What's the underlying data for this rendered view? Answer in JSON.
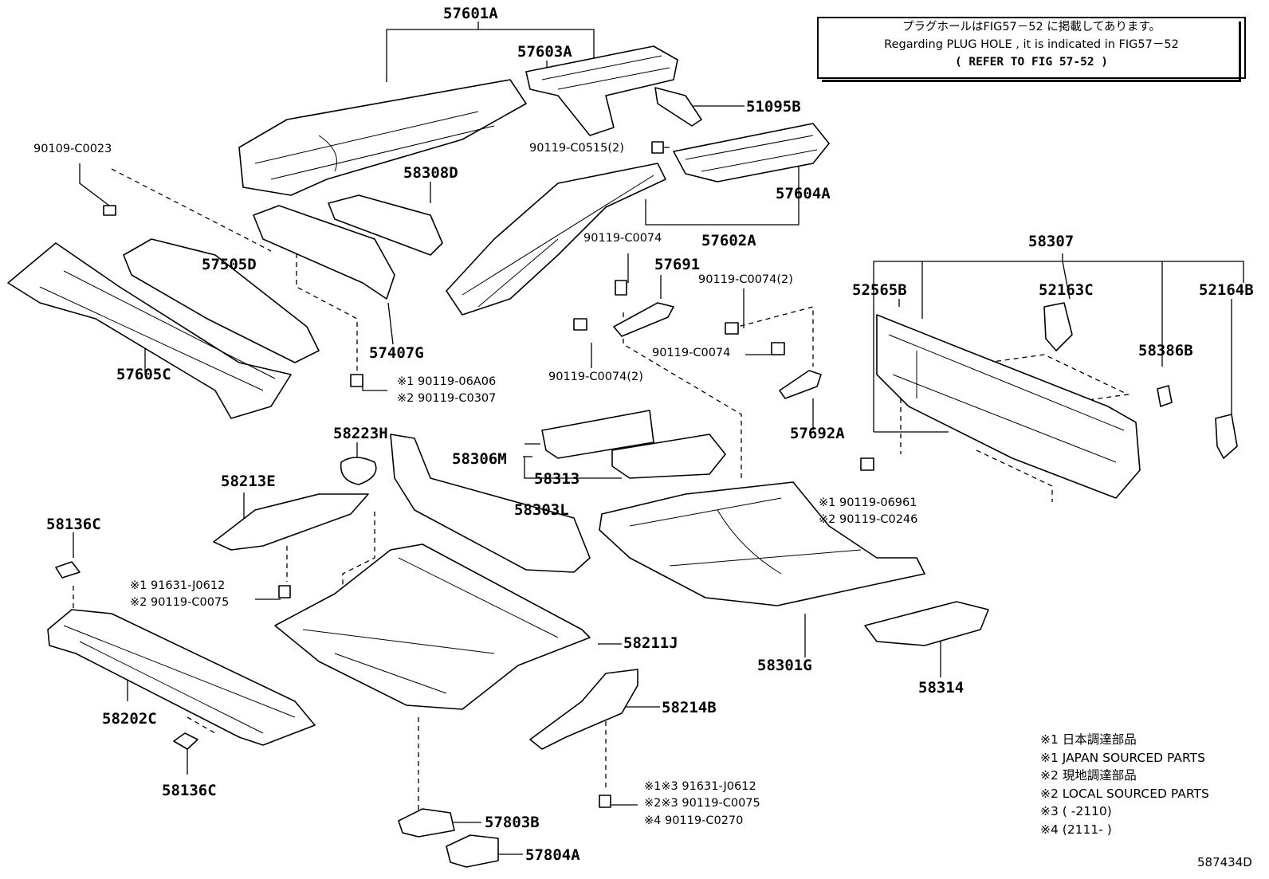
{
  "figure_number": "587434D",
  "note": {
    "line1": "プラグホールはFIG57－52 に掲載してあります。",
    "line2": "Regarding PLUG HOLE , it is indicated in FIG57－52",
    "line3": "(  REFER TO FIG 57-52  )"
  },
  "legend": [
    "※1 日本調達部品",
    "※1 JAPAN SOURCED PARTS",
    "※2 現地調達部品",
    "※2 LOCAL SOURCED PARTS",
    "※3 (        -2110)",
    "※4 (2111-        )"
  ],
  "parts": {
    "p57601A": "57601A",
    "p57603A": "57603A",
    "p51095B": "51095B",
    "p90119_C0515": "90119-C0515(2)",
    "p57604A": "57604A",
    "p57602A": "57602A",
    "p90109_C0023": "90109-C0023",
    "p58308D": "58308D",
    "p57505D": "57505D",
    "p57605C": "57605C",
    "p57407G": "57407G",
    "bolt_a_1": "※1 90119-06A06",
    "bolt_a_2": "※2 90119-C0307",
    "p90119_C0074_top": "90119-C0074",
    "p57691": "57691",
    "p90119_C0074_2_right": "90119-C0074(2)",
    "p90119_C0074_mid": "90119-C0074",
    "p90119_C0074_2_left": "90119-C0074(2)",
    "p57692A": "57692A",
    "p58307": "58307",
    "p52565B": "52565B",
    "p52163C": "52163C",
    "p52164B": "52164B",
    "p58386B": "58386B",
    "p58223H": "58223H",
    "p58306M": "58306M",
    "p58313": "58313",
    "p58213E": "58213E",
    "p58303L": "58303L",
    "bolt_b_1": "※1 90119-06961",
    "bolt_b_2": "※2 90119-C0246",
    "p58136C_top": "58136C",
    "bolt_c_1": "※1 91631-J0612",
    "bolt_c_2": "※2 90119-C0075",
    "p58211J": "58211J",
    "p58301G": "58301G",
    "p58314": "58314",
    "p58202C": "58202C",
    "p58214B": "58214B",
    "p58136C_bottom": "58136C",
    "bolt_d_1": "※1※3 91631-J0612",
    "bolt_d_2": "※2※3 90119-C0075",
    "bolt_d_3": "※4 90119-C0270",
    "p57803B": "57803B",
    "p57804A": "57804A"
  }
}
